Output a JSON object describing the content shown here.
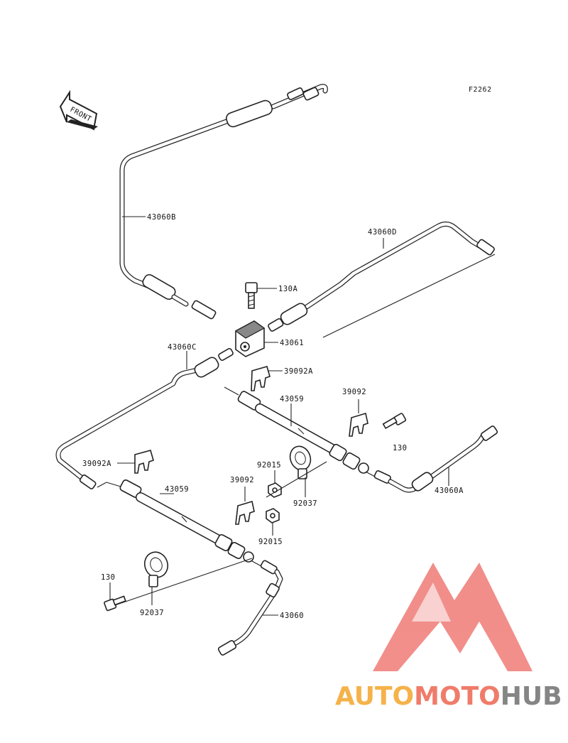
{
  "figure_id": "F2262",
  "front_arrow_text": "FRONT",
  "parts": {
    "hose_b": "43060B",
    "hose_d": "43060D",
    "bolt_130a": "130A",
    "joint": "43061",
    "hose_c": "43060C",
    "clip_a_top": "39092A",
    "hose_upper": "43059",
    "clip_upper": "39092",
    "bolt_upper": "130",
    "nut_upper": "92015",
    "clamp_upper": "92037",
    "hose_a": "43060A",
    "clip_a_left": "39092A",
    "hose_lower": "43059",
    "clip_lower": "39092",
    "nut_lower": "92015",
    "bolt_lower": "130",
    "clamp_lower": "92037",
    "hose_main": "43060"
  },
  "watermark": {
    "part1": "AUTO",
    "part2": "MOTO",
    "part3": "HUB",
    "colors": {
      "auto": "#f5b24a",
      "moto": "#ef7c6a",
      "hub": "#858585",
      "triangle": "#ee6f6a"
    }
  }
}
